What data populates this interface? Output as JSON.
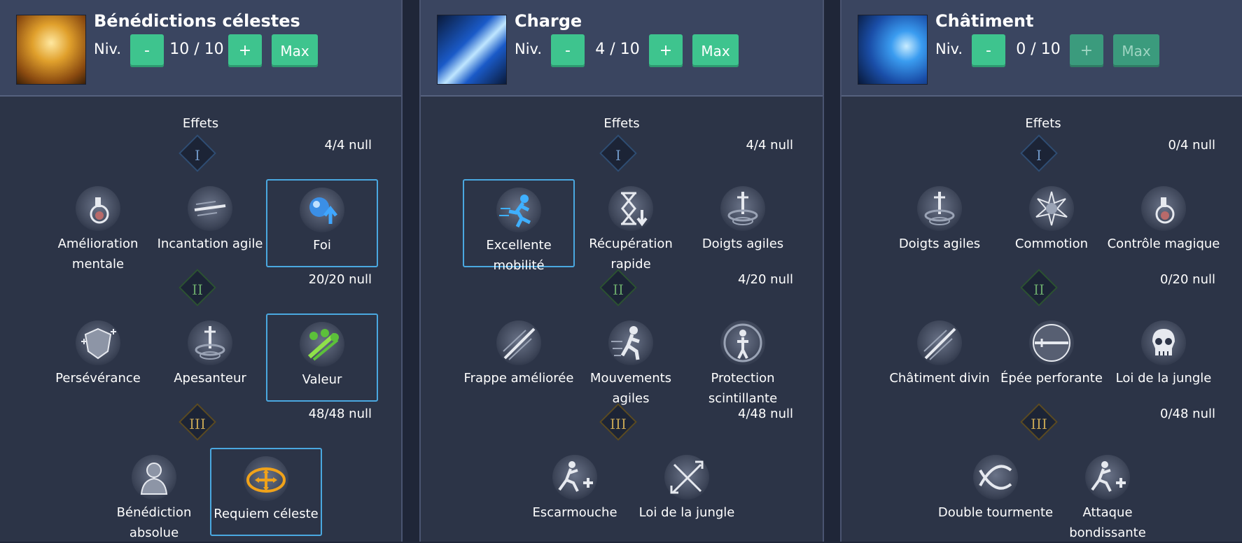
{
  "colors": {
    "accent_green": "#3ec48e",
    "selected_border": "#4aa8e0",
    "panel_bg": "#2c3447",
    "header_bg": "#3a4560"
  },
  "panels": [
    {
      "title": "Bénédictions célestes",
      "niv_label": "Niv.",
      "level_text": "10 / 10",
      "minus": "-",
      "plus": "+",
      "max": "Max",
      "effects_title": "Effets",
      "tiers": [
        {
          "numeral": "I",
          "count": "4/4 null",
          "nodes": [
            {
              "label": "Amélioration\nmentale",
              "icon": "flask-icon",
              "selected": false
            },
            {
              "label": "Incantation agile",
              "icon": "swift-blade-icon",
              "selected": false
            },
            {
              "label": "Foi",
              "icon": "blue-orb-arrow-icon",
              "selected": true
            }
          ]
        },
        {
          "numeral": "II",
          "count": "20/20 null",
          "nodes": [
            {
              "label": "Persévérance",
              "icon": "shield-icon",
              "selected": false
            },
            {
              "label": "Apesanteur",
              "icon": "sword-swirl-icon",
              "selected": false
            },
            {
              "label": "Valeur",
              "icon": "green-group-icon",
              "selected": true
            }
          ]
        },
        {
          "numeral": "III",
          "count": "48/48 null",
          "nodes": [
            {
              "label": "Bénédiction\nabsolue",
              "icon": "person-icon",
              "selected": false
            },
            {
              "label": "Requiem céleste",
              "icon": "gold-arrows-icon",
              "selected": true
            }
          ]
        }
      ]
    },
    {
      "title": "Charge",
      "niv_label": "Niv.",
      "level_text": "4 / 10",
      "minus": "-",
      "plus": "+",
      "max": "Max",
      "effects_title": "Effets",
      "tiers": [
        {
          "numeral": "I",
          "count": "4/4 null",
          "nodes": [
            {
              "label": "Excellente\nmobilité",
              "icon": "running-figure-icon",
              "selected": true
            },
            {
              "label": "Récupération\nrapide",
              "icon": "hourglass-icon",
              "selected": false
            },
            {
              "label": "Doigts agiles",
              "icon": "sword-swirl-icon",
              "selected": false
            }
          ]
        },
        {
          "numeral": "II",
          "count": "4/20 null",
          "nodes": [
            {
              "label": "Frappe améliorée",
              "icon": "slash-icon",
              "selected": false
            },
            {
              "label": "Mouvements\nagiles",
              "icon": "sprint-icon",
              "selected": false
            },
            {
              "label": "Protection\nscintillante",
              "icon": "aura-figure-icon",
              "selected": false
            }
          ]
        },
        {
          "numeral": "III",
          "count": "4/48 null",
          "nodes": [
            {
              "label": "Escarmouche",
              "icon": "leap-plus-icon",
              "selected": false
            },
            {
              "label": "Loi de la jungle",
              "icon": "crossed-blades-icon",
              "selected": false
            }
          ]
        }
      ]
    },
    {
      "title": "Châtiment",
      "niv_label": "Niv.",
      "level_text": "0 / 10",
      "minus": "-",
      "plus": "+",
      "max": "Max",
      "effects_title": "Effets",
      "tiers": [
        {
          "numeral": "I",
          "count": "0/4 null",
          "nodes": [
            {
              "label": "Doigts agiles",
              "icon": "sword-swirl-icon",
              "selected": false
            },
            {
              "label": "Commotion",
              "icon": "impact-icon",
              "selected": false
            },
            {
              "label": "Contrôle magique",
              "icon": "flask-icon",
              "selected": false
            }
          ]
        },
        {
          "numeral": "II",
          "count": "0/20 null",
          "nodes": [
            {
              "label": "Châtiment divin",
              "icon": "slash-icon",
              "selected": false
            },
            {
              "label": "Épée perforante",
              "icon": "piercing-sword-icon",
              "selected": false
            },
            {
              "label": "Loi de la jungle",
              "icon": "skull-icon",
              "selected": false
            }
          ]
        },
        {
          "numeral": "III",
          "count": "0/48 null",
          "nodes": [
            {
              "label": "Double tourmente",
              "icon": "double-swirl-icon",
              "selected": false
            },
            {
              "label": "Attaque\nbondissante",
              "icon": "leap-plus-icon",
              "selected": false
            }
          ]
        }
      ]
    }
  ]
}
